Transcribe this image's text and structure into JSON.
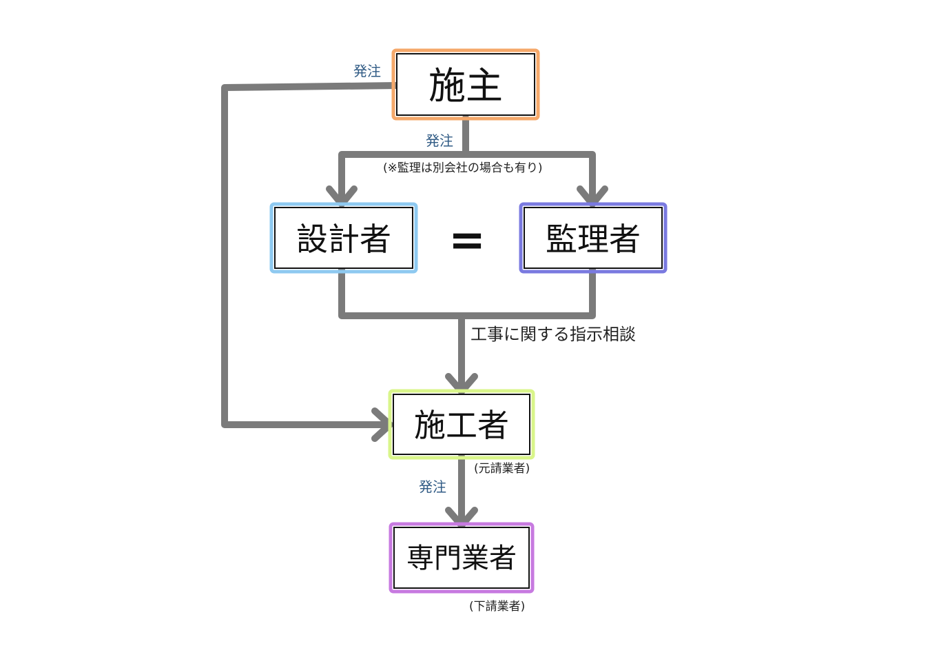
{
  "nodes": {
    "owner": {
      "label": "施主",
      "color": "#f5a86a"
    },
    "designer": {
      "label": "設計者",
      "color": "#8ec9f0"
    },
    "supervisor": {
      "label": "監理者",
      "color": "#7a7ae0"
    },
    "contractor": {
      "label": "施工者",
      "color": "#d9f58a"
    },
    "specialist": {
      "label": "専門業者",
      "color": "#c77ae0"
    }
  },
  "equals_sign": "=",
  "edge_labels": {
    "owner_to_contractor": "発注",
    "owner_to_design": "発注",
    "contractor_to_specialist": "発注"
  },
  "notes": {
    "supervision_note": "(※監理は別会社の場合も有り)",
    "instruction": "工事に関する指示相談",
    "contractor_sub": "(元請業者)",
    "specialist_sub": "(下請業者)"
  },
  "connector_color": "#7b7b7b"
}
